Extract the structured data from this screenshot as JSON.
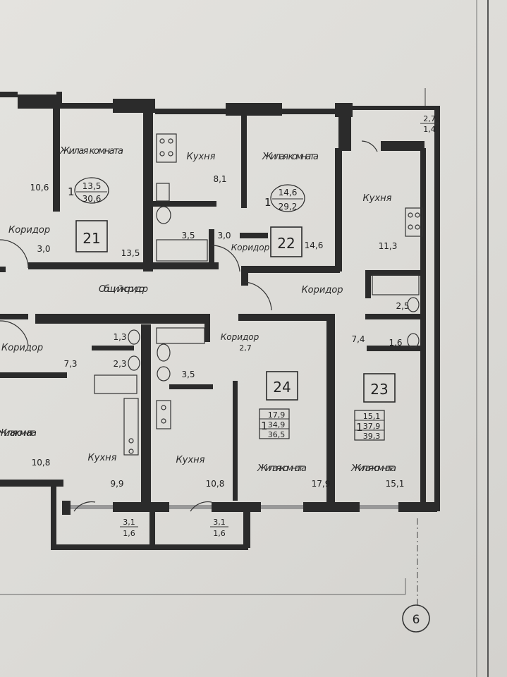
{
  "rooms": {
    "r21_living": {
      "title": "Жилая комната",
      "area": "10,6"
    },
    "r21_corridor": {
      "title": "Коридор",
      "area": "3,0"
    },
    "r21_number": "21",
    "r21_living2": {
      "area": "13,5"
    },
    "r21_ratio": {
      "count": "1",
      "top": "13,5",
      "bottom": "30,6"
    },
    "r21_kitchen": {
      "title": "Кухня",
      "area": "8,1"
    },
    "r21_bath": {
      "area": "3,5"
    },
    "r22_living": {
      "title": "Жилая комната",
      "area": "14,6"
    },
    "r22_ratio": {
      "count": "1",
      "top": "14,6",
      "bottom": "29,2"
    },
    "r22_number": "22",
    "r22_corridor": {
      "title": "Коридор",
      "area": "3,0"
    },
    "r22_kitchen": {
      "title": "Кухня",
      "area": "11,3"
    },
    "r22_bath": {
      "area": "2,5"
    },
    "r22_balcony": {
      "top": "2,7",
      "bottom": "1,4"
    },
    "common_corridor": {
      "title": "Общий коридор"
    },
    "corridor_right": {
      "title": "Коридор"
    },
    "r23_number": "23",
    "r23_ratio": {
      "count": "1",
      "top": "15,1",
      "mid": "37,9",
      "bottom": "39,3"
    },
    "r23_living": {
      "title": "Жилая комната",
      "area": "15,1"
    },
    "r23_corridor": {
      "area": "7,4"
    },
    "r23_bath": {
      "area": "1,6"
    },
    "r24_number": "24",
    "r24_ratio": {
      "count": "1",
      "top": "17,9",
      "mid": "34,9",
      "bottom": "36,5"
    },
    "r24_living": {
      "title": "Жилая комната",
      "area": "17,9"
    },
    "r24_corridor": {
      "title": "Коридор",
      "area": "2,7"
    },
    "r24_kitchen": {
      "title": "Кухня",
      "area": "10,8"
    },
    "r24_bath": {
      "area": "3,5"
    },
    "r24_balcony": {
      "top": "3,1",
      "bottom": "1,6"
    },
    "left_corridor": {
      "title": "Коридор",
      "area": "7,3"
    },
    "left_wc": {
      "area": "1,3"
    },
    "left_bath": {
      "area": "2,3"
    },
    "left_kitchen": {
      "title": "Кухня",
      "area": "9,9"
    },
    "left_living": {
      "title": "Жилая комната",
      "area": "10,8"
    },
    "left_balcony": {
      "top": "3,1",
      "bottom": "1,6"
    }
  },
  "axis_marker": "6"
}
